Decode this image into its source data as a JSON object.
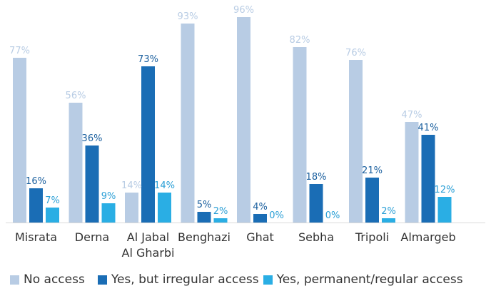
{
  "chart_data": {
    "type": "bar",
    "categories": [
      "Misrata",
      "Derna",
      "Al Jabal Al Gharbi",
      "Benghazi",
      "Ghat",
      "Sebha",
      "Tripoli",
      "Almargeb"
    ],
    "category_lines": [
      [
        "Misrata"
      ],
      [
        "Derna"
      ],
      [
        "Al Jabal",
        "Al Gharbi"
      ],
      [
        "Benghazi"
      ],
      [
        "Ghat"
      ],
      [
        "Sebha"
      ],
      [
        "Tripoli"
      ],
      [
        "Almargeb"
      ]
    ],
    "series": [
      {
        "name": "No access",
        "color": "#b8cce4",
        "label_color": "#b8cce4",
        "values": [
          77,
          56,
          14,
          93,
          96,
          82,
          76,
          47
        ],
        "labels": [
          "77%",
          "56%",
          "14%",
          "93%",
          "96%",
          "82%",
          "76%",
          "47%"
        ]
      },
      {
        "name": "Yes, but irregular access",
        "color": "#1a6db5",
        "label_color": "#1a5f9e",
        "values": [
          16,
          36,
          73,
          5,
          4,
          18,
          21,
          41
        ],
        "labels": [
          "16%",
          "36%",
          "73%",
          "5%",
          "4%",
          "18%",
          "21%",
          "41%"
        ]
      },
      {
        "name": "Yes, permanent/regular access",
        "color": "#2aaee4",
        "label_color": "#2a9fd6",
        "values": [
          7,
          9,
          14,
          2,
          0,
          0,
          2,
          12
        ],
        "labels": [
          "7%",
          "9%",
          "14%",
          "2%",
          "0%",
          "0%",
          "2%",
          "12%"
        ]
      }
    ],
    "title": "",
    "xlabel": "",
    "ylabel": "",
    "ylim": [
      0,
      100
    ],
    "grid": false,
    "legend": "bottom"
  }
}
